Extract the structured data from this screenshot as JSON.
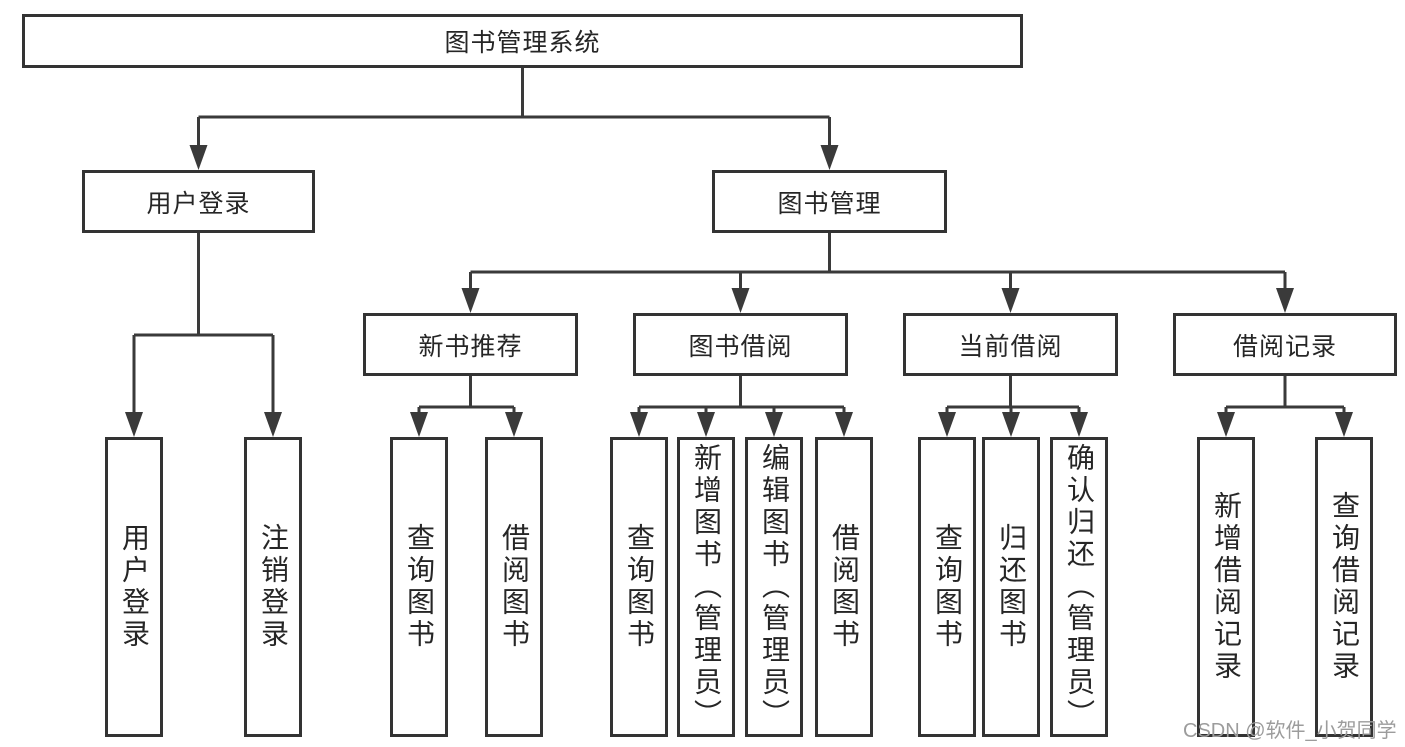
{
  "tree": {
    "root": {
      "label": "图书管理系统"
    },
    "branches": [
      {
        "label": "用户登录",
        "children": [
          {
            "label": "用户登录"
          },
          {
            "label": "注销登录"
          }
        ]
      },
      {
        "label": "图书管理",
        "groups": [
          {
            "label": "新书推荐",
            "children": [
              {
                "label": "查询图书"
              },
              {
                "label": "借阅图书"
              }
            ]
          },
          {
            "label": "图书借阅",
            "children": [
              {
                "label": "查询图书"
              },
              {
                "label": "新增图书（管理员）"
              },
              {
                "label": "编辑图书（管理员）"
              },
              {
                "label": "借阅图书"
              }
            ]
          },
          {
            "label": "当前借阅",
            "children": [
              {
                "label": "查询图书"
              },
              {
                "label": "归还图书"
              },
              {
                "label": "确认归还（管理员）"
              }
            ]
          },
          {
            "label": "借阅记录",
            "children": [
              {
                "label": "新增借阅记录"
              },
              {
                "label": "查询借阅记录"
              }
            ]
          }
        ]
      }
    ]
  },
  "watermark": {
    "text": "CSDN @软件_小贺同学"
  },
  "colors": {
    "background": "#ffffff",
    "box_border": "#333333",
    "line": "#3a3a3a",
    "text": "#262626",
    "watermark": "#9c9c9c"
  }
}
